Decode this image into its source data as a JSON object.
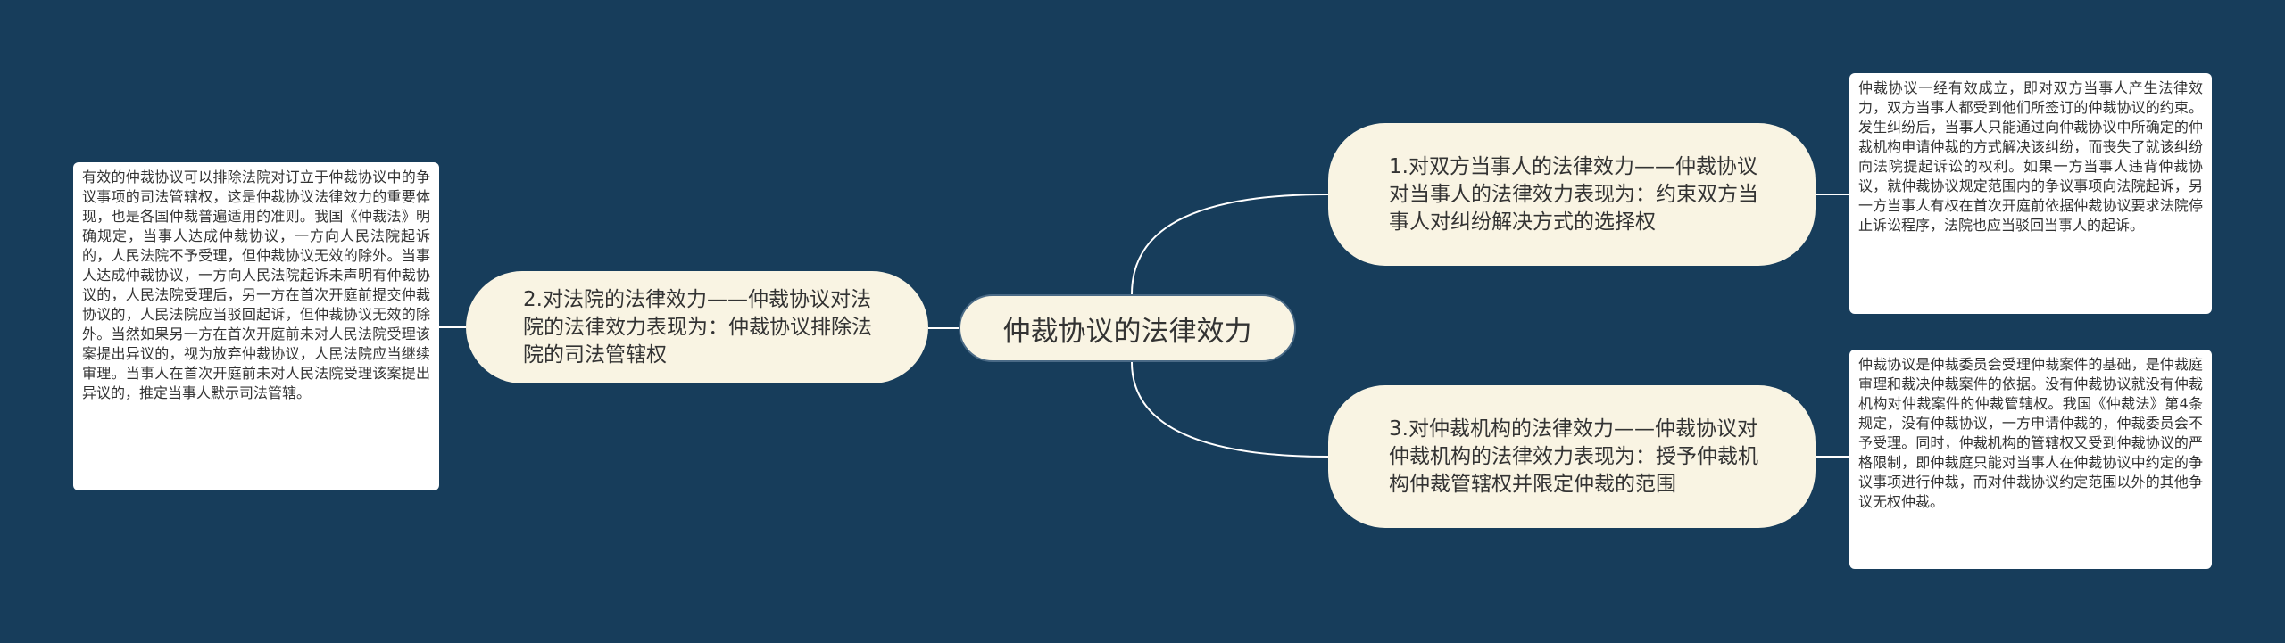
{
  "diagram": {
    "center": {
      "label": "仲裁协议的法律效力"
    },
    "branches": [
      {
        "id": "branch-1",
        "label": "1.对双方当事人的法律效力——仲裁协议对当事人的法律效力表现为：约束双方当事人对纠纷解决方式的选择权",
        "detail": "仲裁协议一经有效成立，即对双方当事人产生法律效力，双方当事人都受到他们所签订的仲裁协议的约束。发生纠纷后，当事人只能通过向仲裁协议中所确定的仲裁机构申请仲裁的方式解决该纠纷，而丧失了就该纠纷向法院提起诉讼的权利。如果一方当事人违背仲裁协议，就仲裁协议规定范围内的争议事项向法院起诉，另一方当事人有权在首次开庭前依据仲裁协议要求法院停止诉讼程序，法院也应当驳回当事人的起诉。"
      },
      {
        "id": "branch-2",
        "label": "2.对法院的法律效力——仲裁协议对法院的法律效力表现为：仲裁协议排除法院的司法管辖权",
        "detail": "有效的仲裁协议可以排除法院对订立于仲裁协议中的争议事项的司法管辖权，这是仲裁协议法律效力的重要体现，也是各国仲裁普遍适用的准则。我国《仲裁法》明确规定，当事人达成仲裁协议，一方向人民法院起诉的，人民法院不予受理，但仲裁协议无效的除外。当事人达成仲裁协议，一方向人民法院起诉未声明有仲裁协议的，人民法院受理后，另一方在首次开庭前提交仲裁协议的，人民法院应当驳回起诉，但仲裁协议无效的除外。当然如果另一方在首次开庭前未对人民法院受理该案提出异议的，视为放弃仲裁协议，人民法院应当继续审理。当事人在首次开庭前未对人民法院受理该案提出异议的，推定当事人默示司法管辖。"
      },
      {
        "id": "branch-3",
        "label": "3.对仲裁机构的法律效力——仲裁协议对仲裁机构的法律效力表现为：授予仲裁机构仲裁管辖权并限定仲裁的范围",
        "detail": "仲裁协议是仲裁委员会受理仲裁案件的基础，是仲裁庭审理和裁决仲裁案件的依据。没有仲裁协议就没有仲裁机构对仲裁案件的仲裁管辖权。我国《仲裁法》第4条规定，没有仲裁协议，一方申请仲裁的，仲裁委员会不予受理。同时，仲裁机构的管辖权又受到仲裁协议的严格限制，即仲裁庭只能对当事人在仲裁协议中约定的争议事项进行仲裁，而对仲裁协议约定范围以外的其他争议无权仲裁。"
      }
    ],
    "colors": {
      "background": "#173d5b",
      "node_fill": "#f9f4e3",
      "detail_fill": "#ffffff",
      "line": "#ffffff",
      "text": "#333333"
    }
  }
}
